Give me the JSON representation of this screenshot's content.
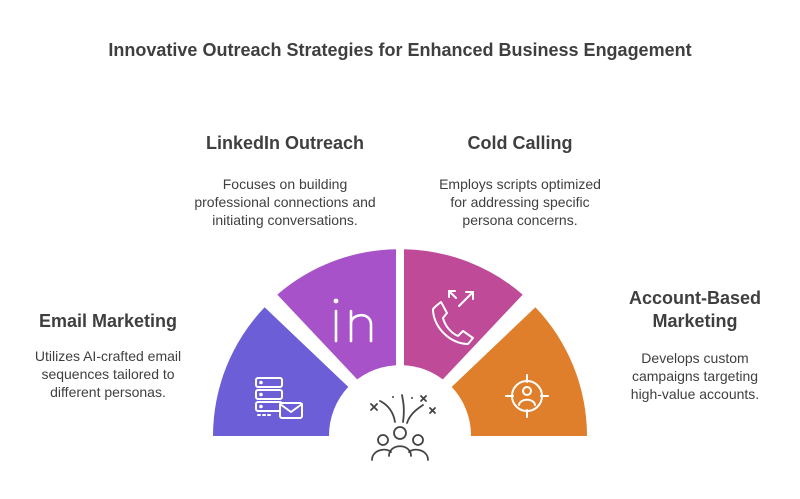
{
  "title": "Innovative Outreach Strategies for Enhanced Business Engagement",
  "segments": [
    {
      "heading": "Email Marketing",
      "description": [
        "Utilizes AI-crafted email",
        "sequences tailored to",
        "different personas."
      ],
      "color": "#6c5ed6",
      "icon": "email-server-icon"
    },
    {
      "heading": "LinkedIn Outreach",
      "description": [
        "Focuses on building",
        "professional connections and",
        "initiating conversations."
      ],
      "color": "#a752c9",
      "icon": "linkedin-icon"
    },
    {
      "heading": "Cold Calling",
      "description": [
        "Employs scripts optimized",
        "for addressing specific",
        "persona concerns."
      ],
      "color": "#bf4a97",
      "icon": "phone-outgoing-icon"
    },
    {
      "heading": [
        "Account-Based",
        "Marketing"
      ],
      "description": [
        "Develops custom",
        "campaigns targeting",
        "high-value accounts."
      ],
      "color": "#e07f2b",
      "icon": "target-user-icon"
    }
  ],
  "center_icon": "audience-group-icon"
}
